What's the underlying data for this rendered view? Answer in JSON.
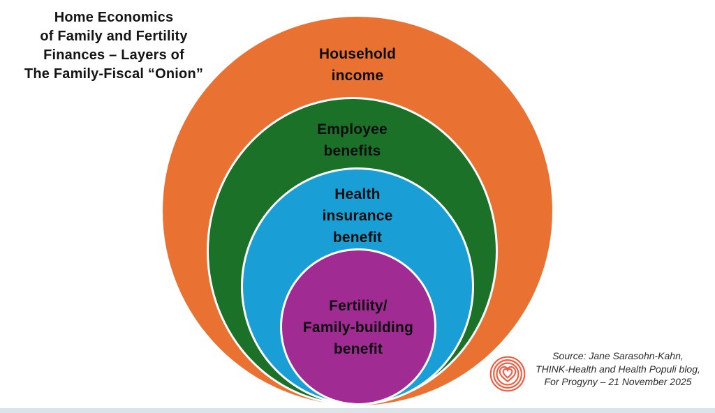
{
  "title": {
    "lines": [
      "Home Economics",
      "of Family and Fertility",
      "Finances – Layers of",
      "The Family-Fiscal “Onion”"
    ]
  },
  "chart_data": {
    "type": "nested_circles_onion",
    "description": "Concentric onion layers, outermost to innermost",
    "layers": [
      {
        "label": "Household income",
        "lines": [
          "Household",
          "income"
        ],
        "color": "#E97132"
      },
      {
        "label": "Employee benefits",
        "lines": [
          "Employee",
          "benefits"
        ],
        "color": "#1C7128"
      },
      {
        "label": "Health insurance benefit",
        "lines": [
          "Health",
          "insurance",
          "benefit"
        ],
        "color": "#199FD6"
      },
      {
        "label": "Fertility/Family-building benefit",
        "lines": [
          "Fertility/",
          "Family-building",
          "benefit"
        ],
        "color": "#A02B93"
      }
    ]
  },
  "source": {
    "lines": [
      "Source: Jane Sarasohn-Kahn,",
      "THINK-Health and Health Populi blog,",
      "For Progyny – 21 November 2025"
    ]
  },
  "heart_icon": {
    "name": "concentric-heart-logo",
    "color": "#F15B40"
  },
  "colors": {
    "background": "#FFFFFF",
    "text": "#0D0D0D",
    "ring_gap": "#FFFFFF",
    "bottom_bar": "#DCE3E9"
  }
}
